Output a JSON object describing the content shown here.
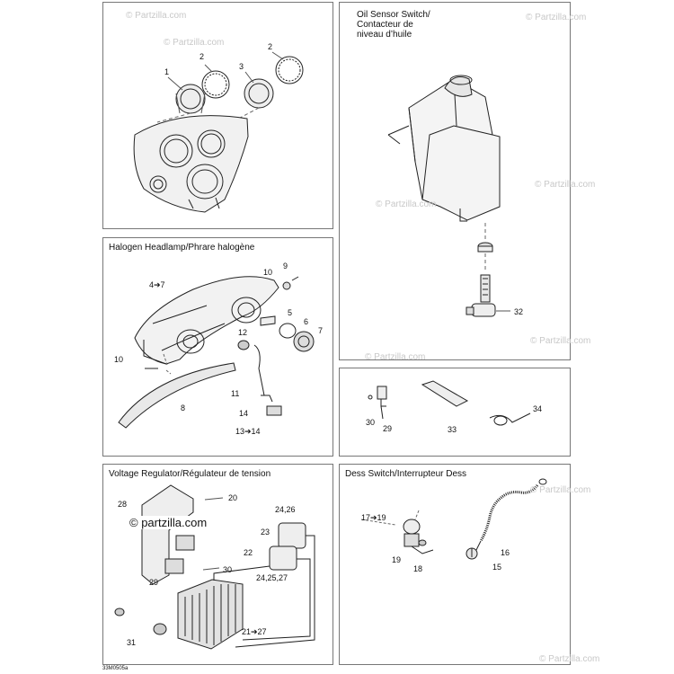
{
  "panels": {
    "gauges": {
      "labels": [
        "1",
        "2",
        "3",
        "2"
      ]
    },
    "oil_sensor": {
      "title_lines": [
        "Oil Sensor Switch/",
        "Contacteur de",
        "niveau d’huile"
      ],
      "labels": [
        "32"
      ]
    },
    "headlamp": {
      "title": "Halogen Headlamp/Phrare halogène",
      "labels": [
        "4➔7",
        "10",
        "9",
        "5",
        "6",
        "7",
        "12",
        "10",
        "11",
        "8",
        "14",
        "13➔14"
      ]
    },
    "misc": {
      "labels": [
        "30",
        "29",
        "33",
        "34"
      ]
    },
    "regulator": {
      "title": "Voltage Regulator/Régulateur de tension",
      "labels": [
        "28",
        "20",
        "24,26",
        "23",
        "22",
        "24,25,27",
        "30",
        "29",
        "21➔27",
        "31"
      ]
    },
    "dess": {
      "title": "Dess Switch/Interrupteur Dess",
      "labels": [
        "17➔19",
        "19",
        "18",
        "16",
        "15"
      ]
    }
  },
  "watermark": "© Partzilla.com",
  "watermark_prominent": "© partzilla.com",
  "doc_code": "33M0505a"
}
